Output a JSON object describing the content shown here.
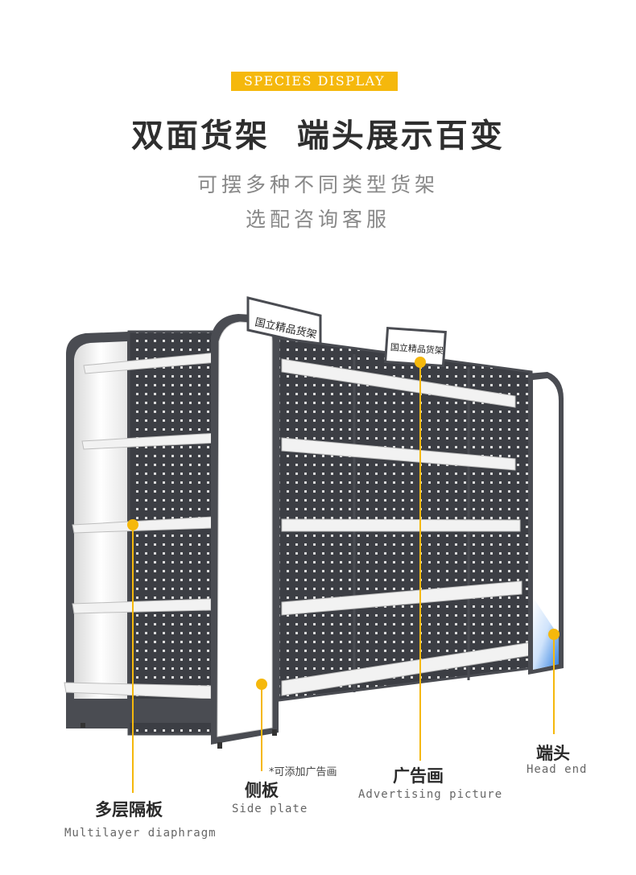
{
  "header": {
    "badge": "SPECIES DISPLAY",
    "title": "双面货架  端头展示百变",
    "subtitle_line1": "可摆多种不同类型货架",
    "subtitle_line2": "选配咨询客服"
  },
  "signs": {
    "left": "国立精品货架",
    "center": "国立精品货架"
  },
  "callouts": {
    "multilayer": {
      "cn": "多层隔板",
      "en": "Multilayer diaphragm"
    },
    "side_plate": {
      "cn": "侧板",
      "en": "Side plate",
      "note": "*可添加广告画"
    },
    "advertising": {
      "cn": "广告画",
      "en": "Advertising picture"
    },
    "head_end": {
      "cn": "端头",
      "en": "Head end"
    }
  },
  "colors": {
    "accent": "#f5b80c",
    "frame": "#4a4c52",
    "panel": "#3c3e44",
    "shelf": "#f2f2f2",
    "head_end_blue": "#2f7fe0"
  }
}
